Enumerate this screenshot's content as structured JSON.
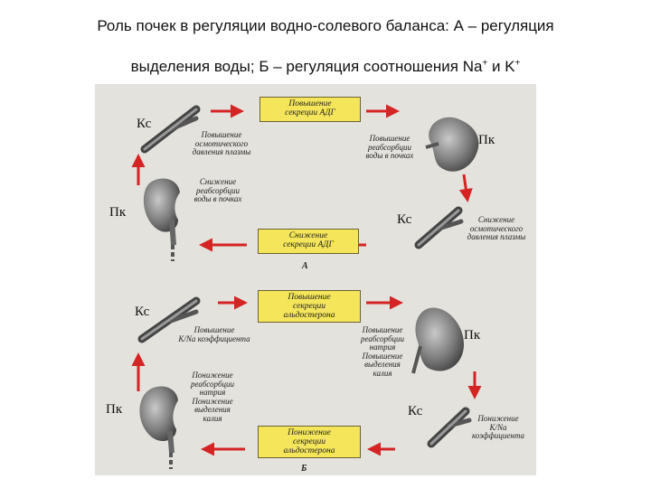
{
  "title": {
    "line1": "Роль почек в регуляции водно-солевого баланса: А – регуляция",
    "line2_a": "выделения воды; Б – регуляция соотношения Na",
    "line2_sup1": "+",
    "line2_b": " и  K",
    "line2_sup2": "+"
  },
  "colors": {
    "arrow": "#d42424",
    "box": "#f4e55a",
    "background": "#e4e2dd"
  },
  "icons": {
    "kidney": "kidney-icon",
    "vessel": "blood-vessel-icon",
    "arrow": "red-arrow-icon"
  },
  "panel_a": {
    "label": "А",
    "tags": {
      "ks1": "Кс",
      "pk1": "Пк",
      "ks2": "Кс",
      "pk2": "Пк"
    },
    "box_top": [
      "Повышение",
      "секреции АДГ"
    ],
    "box_bottom": [
      "Снижение",
      "секреции АДГ"
    ],
    "lbl_top_left": [
      "Повышение",
      "осмотического",
      "давления плазмы"
    ],
    "lbl_mid_left": [
      "Снижение",
      "реабсорбции",
      "воды в почках"
    ],
    "lbl_top_right": [
      "Повышение",
      "реабсорбции",
      "воды в почках"
    ],
    "lbl_mid_right": [
      "Снижение",
      "осмотического",
      "давления плазмы"
    ]
  },
  "panel_b": {
    "label": "Б",
    "tags": {
      "ks1": "Кс",
      "pk1": "Пк",
      "ks2": "Кс",
      "pk2": "Пк"
    },
    "box_top": [
      "Повышение",
      "секреции",
      "альдостерона"
    ],
    "box_bottom": [
      "Понижение",
      "секреции",
      "альдостерона"
    ],
    "lbl_top_left": [
      "Повышение",
      "K/Na коэффициента"
    ],
    "lbl_mid_left": [
      "Понижение",
      "реабсорбции",
      "натрия",
      "Понижение",
      "выделения",
      "калия"
    ],
    "lbl_top_right": [
      "Повышение",
      "реабсорбции",
      "натрия",
      "Повышение",
      "выделения",
      "калия"
    ],
    "lbl_mid_right": [
      "Понижение",
      "K/Na",
      "коэффициента"
    ]
  }
}
